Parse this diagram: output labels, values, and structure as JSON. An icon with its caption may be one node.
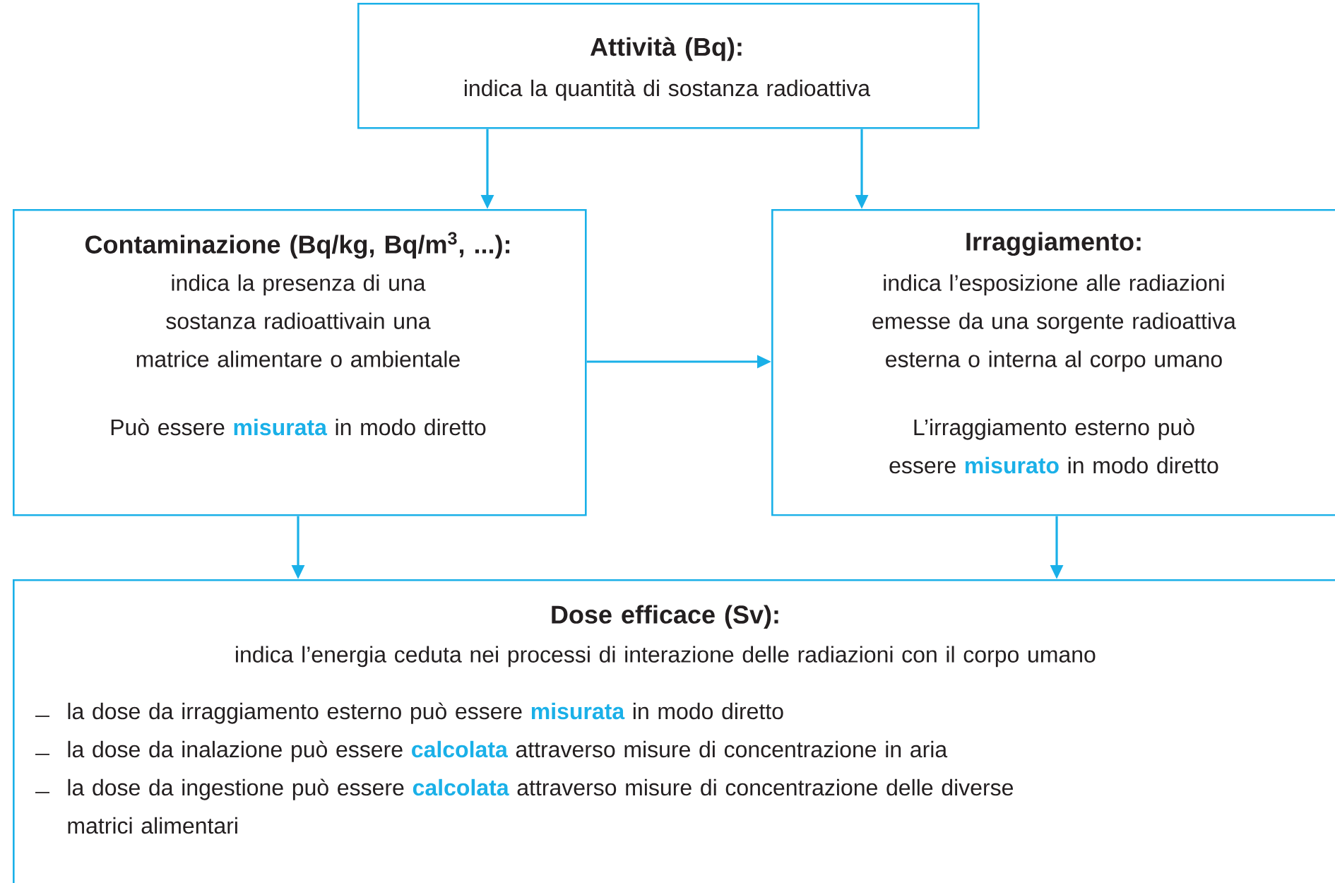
{
  "diagram": {
    "nodes": [
      {
        "text": [
          "Attività (Bq):",
          "indica la quantità di sostanza radioattiva"
        ]
      },
      {
        "text": [
          "Contaminazione (Bq/kg, Bq/m$^{3}$, ...):",
          "indica la presenza di una sostanza radioattivain una matrice alimentare o ambientale",
          "Può essere **misurata** in modo diretto"
        ]
      },
      {
        "text": [
          "Irraggiamento:",
          "indica l’esposizione alle radiazioni emesse da una sorgente radioattiva esterna o interna al corpo umano",
          "L’irraggiamento esterno può essere **misurato** in modo diretto"
        ]
      },
      {
        "text": [
          "Dose efficace (Sv):",
          "indica l’energia ceduta nei processi di interazione delle radiazioni con il corpo umano",
          "la dose da irraggiamento esterno può essere **misurata** in modo diretto",
          "la dose da inalazione può essere **calcolata** attraverso misure di concentrazione in aria",
          "la dose da ingestione può essere **calcolata** attraverso misure di concentrazione delle diverse matrici alimentari"
        ]
      }
    ],
    "edges": [
      {
        "from": 0,
        "to": 1,
        "arrow": "to"
      },
      {
        "from": 0,
        "to": 2,
        "arrow": "to"
      },
      {
        "from": 1,
        "to": 2,
        "arrow": "to"
      },
      {
        "from": 1,
        "to": 3,
        "arrow": "to"
      },
      {
        "from": 2,
        "to": 3,
        "arrow": "to"
      }
    ]
  }
}
